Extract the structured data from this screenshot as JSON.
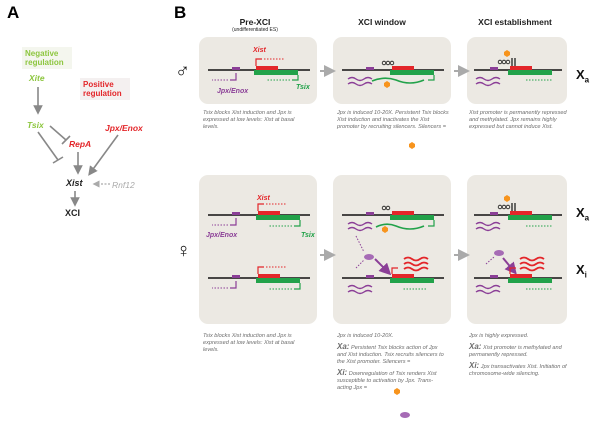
{
  "panelA": {
    "letter": "A",
    "negative_label": "Negative regulation",
    "positive_label": "Positive regulation",
    "genes": {
      "xite": "Xite",
      "tsix": "Tsix",
      "repa": "RepA",
      "jpx": "Jpx/Enox",
      "xist": "Xist",
      "rnf12": "Rnf12",
      "xci": "XCI"
    },
    "colors": {
      "negative": "#8dc63f",
      "positive": "#e3262a",
      "neutral": "#222222",
      "faded": "#aaaaaa"
    }
  },
  "panelB": {
    "letter": "B",
    "columns": [
      {
        "title": "Pre-XCI",
        "subtitle": "(undifferentiated ES)"
      },
      {
        "title": "XCI window",
        "subtitle": ""
      },
      {
        "title": "XCI establishment",
        "subtitle": ""
      }
    ],
    "male_symbol": "♂",
    "female_symbol": "♀",
    "chrom_labels": {
      "xa": "X",
      "xa_sub": "a",
      "xi": "X",
      "xi_sub": "i"
    },
    "gene_labels": {
      "xist": "Xist",
      "tsix": "Tsix",
      "jpx": "Jpx/Enox"
    },
    "male_captions": [
      "Tsix blocks Xist induction and Jpx is expressed at low levels: Xist at basal levels.",
      "Jpx is induced 10-20X. Persistent Tsix blocks Xist induction and inactivates the Xist promoter by recruiting silencers. Silencers =",
      "Xist promoter is permanently repressed and methylated. Jpx remains highly expressed but cannot induce Xist."
    ],
    "female_captions": {
      "pre": "Tsix blocks Xist induction and Jpx is expressed at low levels: Xist at basal levels.",
      "window_intro": "Jpx is induced 10-20X.",
      "window_xa_label": "Xa:",
      "window_xa": "Persistent Tsix blocks action of Jpx and Xist induction. Tsix recruits silencers to the Xist promoter. Silencers =",
      "window_xi_label": "Xi:",
      "window_xi": "Downregulation of Tsix renders Xist susceptible to activation by Jpx. Trans-acting Jpx =",
      "est_intro": "Jpx is highly expressed.",
      "est_xa_label": "Xa:",
      "est_xa": "Xist promoter is methylated and permanently repressed.",
      "est_xi_label": "Xi:",
      "est_xi": "Jpx transactivates Xist. Initiation of chromosome-wide silencing."
    },
    "colors": {
      "xist": "#e3262a",
      "tsix": "#22a24a",
      "jpx": "#8b3f97",
      "silencer": "#f7941d",
      "arrow": "#aaaaaa",
      "card": "#ece9e3"
    }
  }
}
